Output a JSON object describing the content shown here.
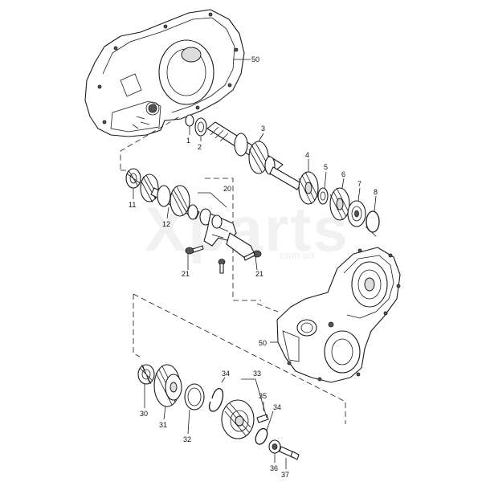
{
  "watermark": {
    "brand": "Xparts",
    "domain": ".com.ua"
  },
  "callouts": [
    {
      "id": "c50a",
      "label": "50"
    },
    {
      "id": "c1",
      "label": "1"
    },
    {
      "id": "c2",
      "label": "2"
    },
    {
      "id": "c3",
      "label": "3"
    },
    {
      "id": "c4",
      "label": "4"
    },
    {
      "id": "c5",
      "label": "5"
    },
    {
      "id": "c6",
      "label": "6"
    },
    {
      "id": "c7",
      "label": "7"
    },
    {
      "id": "c8",
      "label": "8"
    },
    {
      "id": "c11",
      "label": "11"
    },
    {
      "id": "c12",
      "label": "12"
    },
    {
      "id": "c20",
      "label": "20"
    },
    {
      "id": "c21a",
      "label": "21"
    },
    {
      "id": "c21b",
      "label": "21"
    },
    {
      "id": "c50b",
      "label": "50"
    },
    {
      "id": "c30",
      "label": "30"
    },
    {
      "id": "c31",
      "label": "31"
    },
    {
      "id": "c32",
      "label": "32"
    },
    {
      "id": "c33",
      "label": "33"
    },
    {
      "id": "c34a",
      "label": "34"
    },
    {
      "id": "c34b",
      "label": "34"
    },
    {
      "id": "c35",
      "label": "35"
    },
    {
      "id": "c36",
      "label": "36"
    },
    {
      "id": "c37",
      "label": "37"
    }
  ]
}
